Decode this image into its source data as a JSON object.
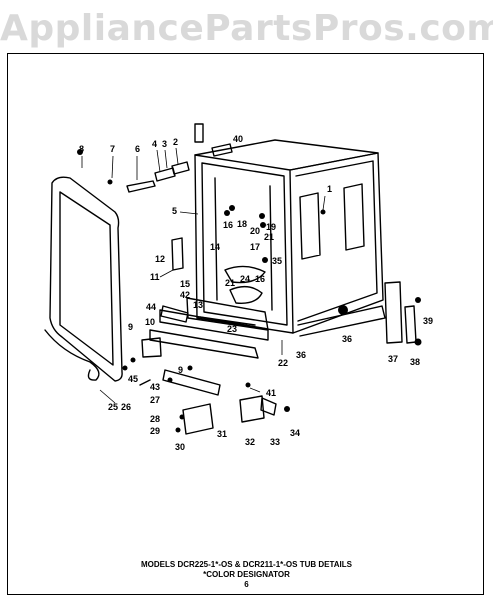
{
  "watermark": "AppliancePartsPros.com",
  "caption": {
    "line1": "MODELS DCR225-1*-OS & DCR211-1*-OS TUB DETAILS",
    "line2": "*COLOR DESIGNATOR",
    "page": "6"
  },
  "callouts": {
    "c1": "1",
    "c2": "2",
    "c3": "3",
    "c4": "4",
    "c5": "5",
    "c6": "6",
    "c7": "7",
    "c8": "8",
    "c9a": "9",
    "c9b": "9",
    "c10": "10",
    "c11": "11",
    "c12": "12",
    "c13": "13",
    "c14": "14",
    "c15": "15",
    "c16a": "16",
    "c16b": "16",
    "c17": "17",
    "c18": "18",
    "c19": "19",
    "c20": "20",
    "c21a": "21",
    "c21b": "21",
    "c22": "22",
    "c23": "23",
    "c24": "24",
    "c25": "25",
    "c26": "26",
    "c27": "27",
    "c28": "28",
    "c29": "29",
    "c30": "30",
    "c31": "31",
    "c32": "32",
    "c33": "33",
    "c34": "34",
    "c35": "35",
    "c36a": "36",
    "c36b": "36",
    "c37": "37",
    "c38": "38",
    "c39": "39",
    "c40": "40",
    "c41": "41",
    "c42": "42",
    "c43": "43",
    "c44": "44",
    "c45": "45"
  }
}
